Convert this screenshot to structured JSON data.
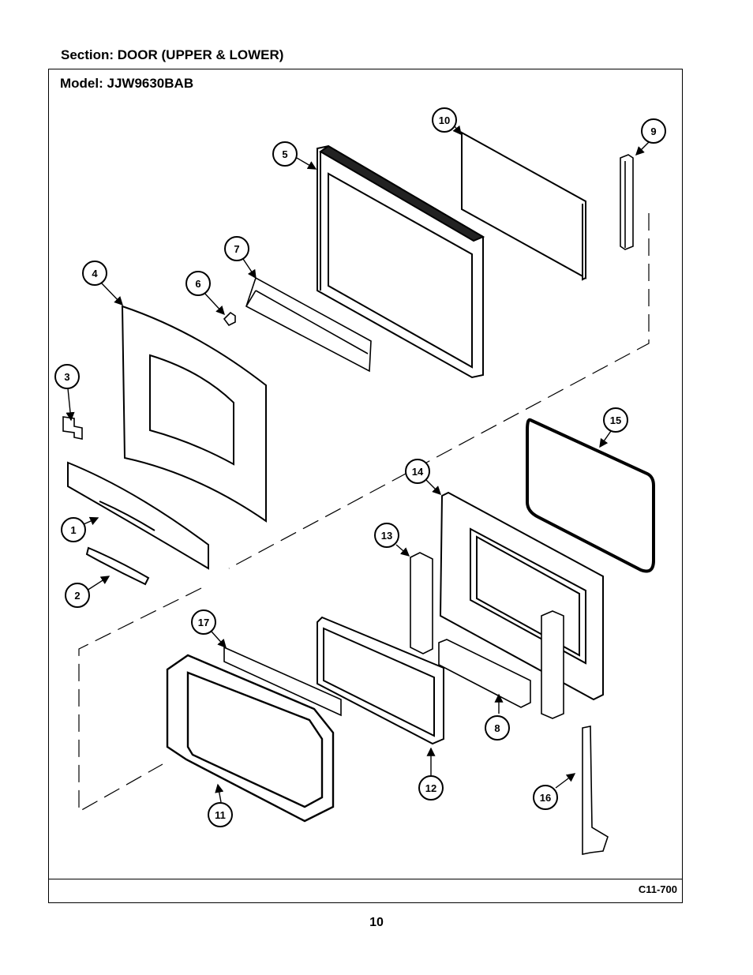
{
  "header": {
    "section": "Section:  DOOR (UPPER & LOWER)"
  },
  "frame": {
    "model": "Model:  JJW9630BAB",
    "code": "C11-700"
  },
  "footer": {
    "page": "10"
  },
  "callouts": [
    "1",
    "2",
    "3",
    "4",
    "5",
    "6",
    "7",
    "8",
    "9",
    "10",
    "11",
    "12",
    "13",
    "14",
    "15",
    "16",
    "17"
  ]
}
